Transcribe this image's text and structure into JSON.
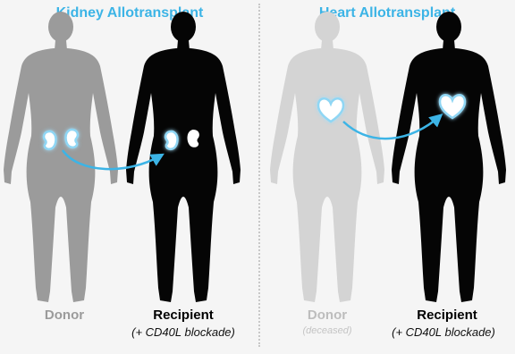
{
  "colors": {
    "title": "#3cb4e6",
    "donor_kidney": "#9b9b9b",
    "donor_heart": "#d4d4d4",
    "recipient": "#050505",
    "organ_glow": "#8fd6f4",
    "arrow": "#3cb4e6"
  },
  "kidney_panel": {
    "title": "Kidney Allotransplant",
    "donor_label": "Donor",
    "recipient_label": "Recipient",
    "recipient_sub": "(+ CD40L blockade)"
  },
  "heart_panel": {
    "title": "Heart Allotransplant",
    "donor_label": "Donor",
    "donor_sub": "(deceased)",
    "recipient_label": "Recipient",
    "recipient_sub": "(+ CD40L blockade)"
  },
  "icons": [
    "human-silhouette-icon",
    "kidney-icon",
    "heart-icon",
    "transfer-arrow-icon"
  ]
}
